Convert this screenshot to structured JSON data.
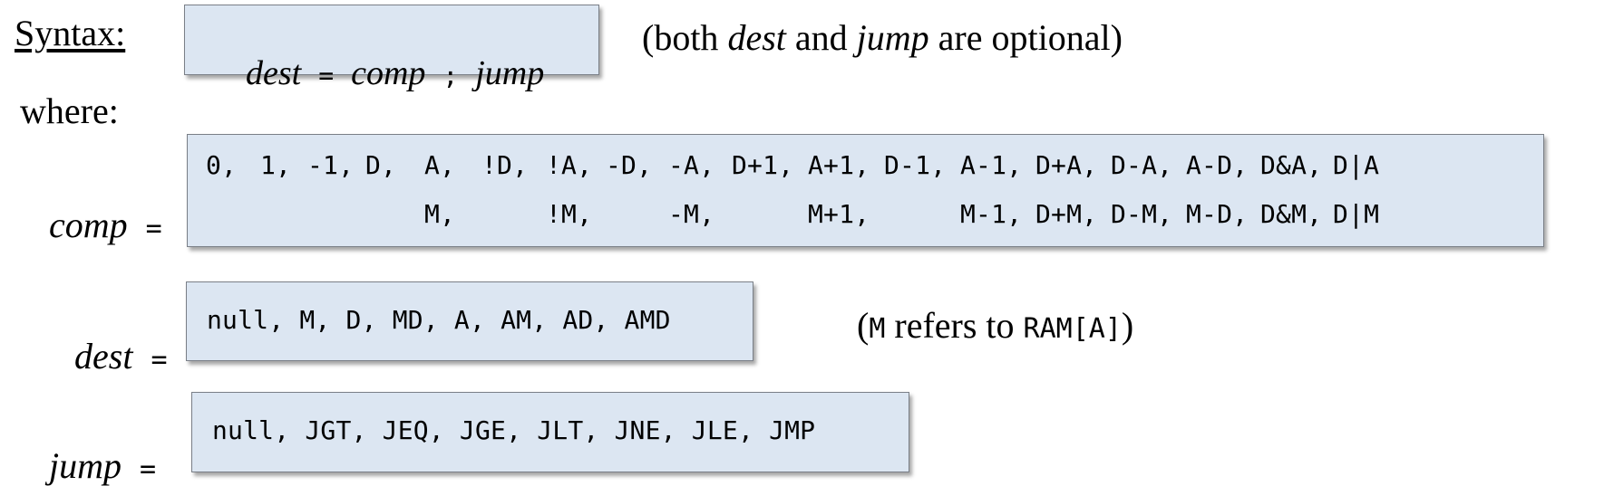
{
  "syntax": {
    "label": "Syntax:",
    "dest": "dest",
    "eq": "=",
    "comp": "comp",
    "semi": ";",
    "jump": "jump",
    "note_open": "(both ",
    "note_dest": "dest",
    "note_and": " and ",
    "note_jump": "jump",
    "note_close": " are optional)"
  },
  "where": "where:",
  "comp": {
    "label": "comp",
    "eq": "=",
    "row1": [
      "0,",
      "1,",
      "-1,",
      "D,",
      "A,",
      "!D,",
      "!A,",
      "-D,",
      "-A,",
      "D+1,",
      "A+1,",
      "D-1,",
      "A-1,",
      "D+A,",
      "D-A,",
      "A-D,",
      "D&A,",
      "D|A"
    ],
    "row2": [
      "",
      "",
      "",
      "",
      "M,",
      "",
      "!M,",
      "",
      "-M,",
      "",
      "M+1,",
      "",
      "M-1,",
      "D+M,",
      "D-M,",
      "M-D,",
      "D&M,",
      "D|M"
    ]
  },
  "dest": {
    "label": "dest",
    "eq": "=",
    "values": "null, M, D, MD, A, AM, AD, AMD",
    "note_open": "(",
    "note_m": "M",
    "note_mid": " refers to ",
    "note_ram": "RAM[A]",
    "note_close": ")"
  },
  "jump": {
    "label": "jump",
    "eq": "=",
    "values": "null, JGT, JEQ, JGE, JLT, JNE, JLE, JMP"
  }
}
